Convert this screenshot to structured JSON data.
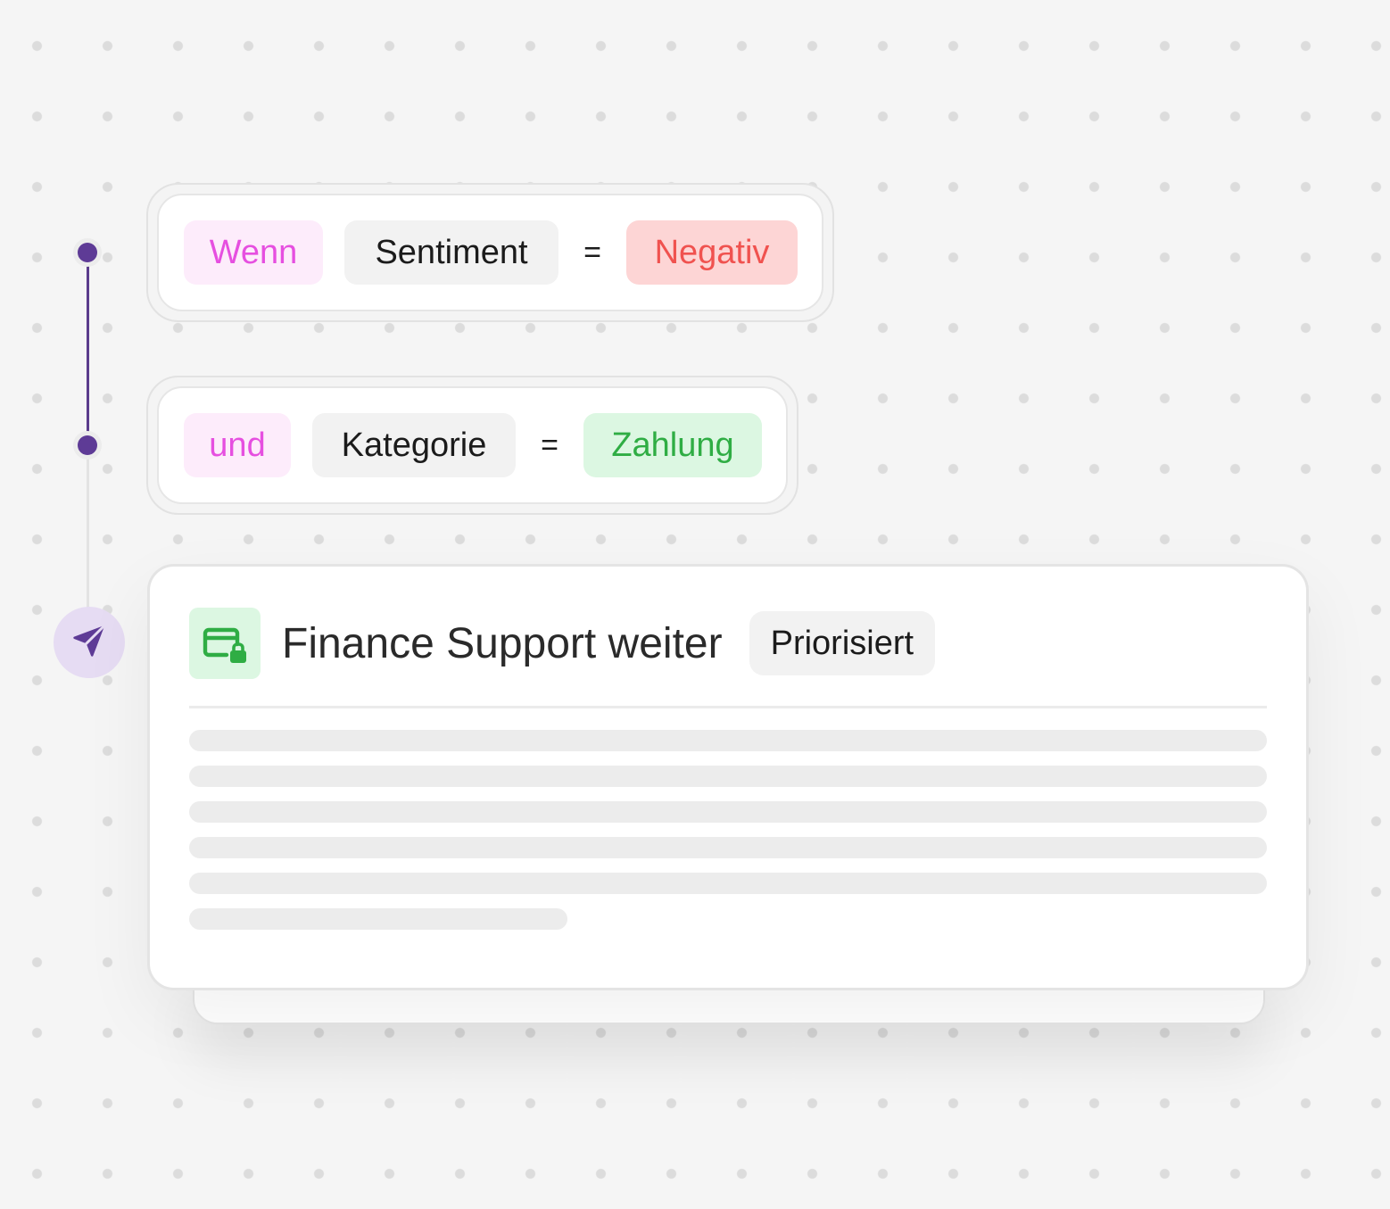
{
  "conditions": [
    {
      "keyword": "Wenn",
      "field": "Sentiment",
      "operator": "=",
      "value": "Negativ"
    },
    {
      "keyword": "und",
      "field": "Kategorie",
      "operator": "=",
      "value": "Zahlung"
    }
  ],
  "action": {
    "title": "Finance Support weiter",
    "badge": "Priorisiert",
    "icon": "credit-card-lock-icon",
    "node_icon": "send-icon"
  },
  "colors": {
    "timeline_active": "#5b3c8c",
    "keyword": "#e64fe0",
    "negative": "#f0524f",
    "positive": "#2fad44",
    "action_node_bg": "#e6dcf3"
  }
}
